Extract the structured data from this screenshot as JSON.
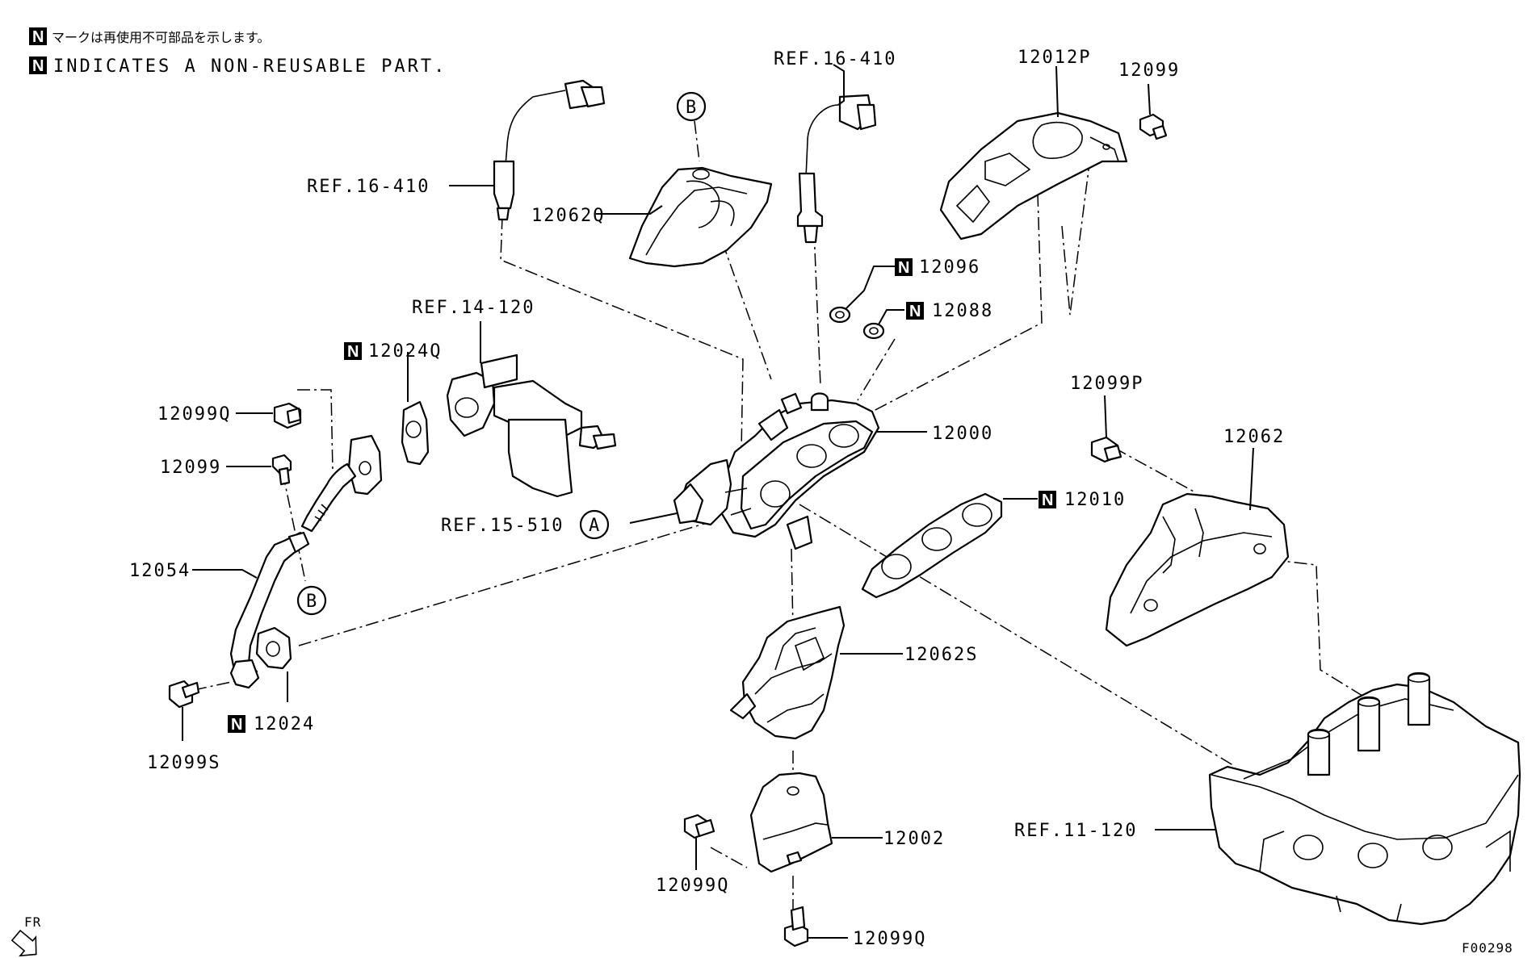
{
  "legend": {
    "badge_letter": "N",
    "japanese": "マークは再使用不可部品を示します。",
    "english": "INDICATES A NON-REUSABLE PART."
  },
  "labels": {
    "ref_16_410_top": "REF.16-410",
    "ref_16_410_left": "REF.16-410",
    "p_12012P": "12012P",
    "p_12099_top": "12099",
    "p_12062Q": "12062Q",
    "p_12096": "12096",
    "p_12088": "12088",
    "ref_14_120": "REF.14-120",
    "p_12024Q": "12024Q",
    "p_12099Q_left": "12099Q",
    "p_12099_left": "12099",
    "p_12000": "12000",
    "p_12099P": "12099P",
    "p_12062": "12062",
    "p_12010": "12010",
    "ref_15_510": "REF.15-510",
    "p_12054": "12054",
    "p_12024": "12024",
    "p_12099S": "12099S",
    "p_12062S": "12062S",
    "p_12002": "12002",
    "p_12099Q_bottom_left": "12099Q",
    "p_12099Q_bottom": "12099Q",
    "ref_11_120": "REF.11-120",
    "fr": "FR",
    "figure_code": "F00298"
  },
  "callouts": {
    "a": "A",
    "b_top": "B",
    "b_left": "B"
  },
  "icons": {
    "non_reusable": "n-badge-icon",
    "front_arrow": "front-arrow-icon"
  }
}
